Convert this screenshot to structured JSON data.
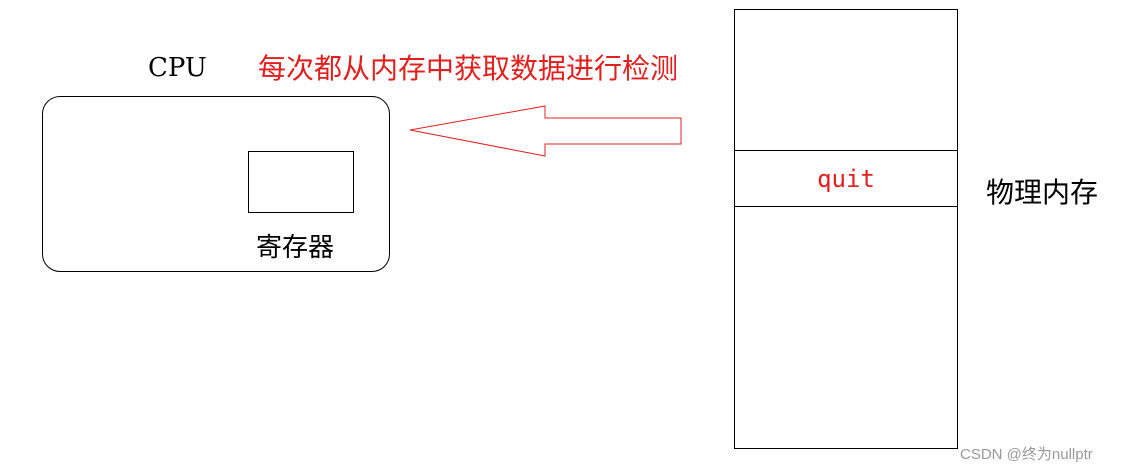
{
  "cpu": {
    "title": "CPU",
    "register_label": "寄存器"
  },
  "annotation": {
    "text": "每次都从内存中获取数据进行检测",
    "color": "#e0201f"
  },
  "memory": {
    "label": "物理内存",
    "cell_label": "quit",
    "cell_color": "#e0201f"
  },
  "watermark": {
    "text": "CSDN @终为nullptr"
  }
}
